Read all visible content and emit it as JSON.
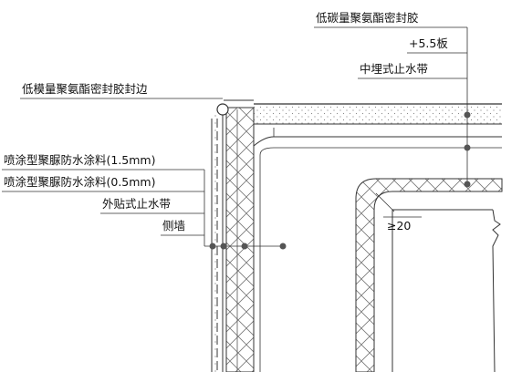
{
  "colors": {
    "line": "#333333",
    "hatch": "#777777",
    "dot": "#555555",
    "background": "#ffffff"
  },
  "labels": {
    "low_carbon_sealant": "低碳量聚氨酯密封胶",
    "plus_5_5_board": "+5.5板",
    "embedded_waterstop": "中埋式止水带",
    "low_modulus_sealant_edge": "低模量聚氨酯密封胶封边",
    "spray_polyurea_1_5": "喷涂型聚脲防水涂料(1.5mm)",
    "spray_polyurea_0_5": "喷涂型聚脲防水涂料(0.5mm)",
    "external_waterstop": "外贴式止水带",
    "side_wall": "侧墙",
    "min_dimension": "≥20"
  }
}
